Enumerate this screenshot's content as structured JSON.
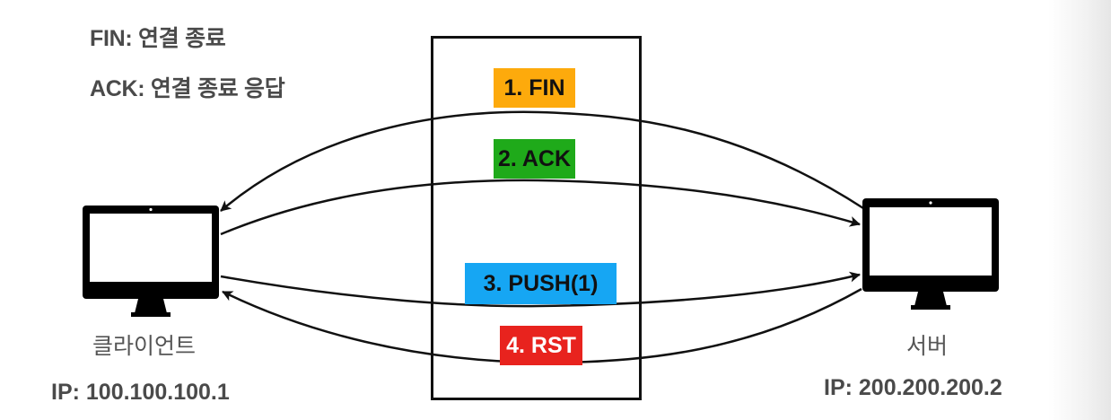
{
  "legend": {
    "fin": "FIN: 연결 종료",
    "ack": "ACK: 연결 종료 응답"
  },
  "messages": [
    {
      "label": "1. FIN",
      "color": "#FDAA0C",
      "direction": "server-to-client"
    },
    {
      "label": "2. ACK",
      "color": "#1FAA1A",
      "direction": "client-to-server"
    },
    {
      "label": "3. PUSH(1)",
      "color": "#16A6F3",
      "direction": "client-to-server"
    },
    {
      "label": "4. RST",
      "color": "#E8231E",
      "direction": "server-to-client"
    }
  ],
  "client": {
    "name": "클라이언트",
    "ip": "IP: 100.100.100.1",
    "icon": "monitor-icon"
  },
  "server": {
    "name": "서버",
    "ip": "IP: 200.200.200.2",
    "icon": "monitor-icon"
  }
}
